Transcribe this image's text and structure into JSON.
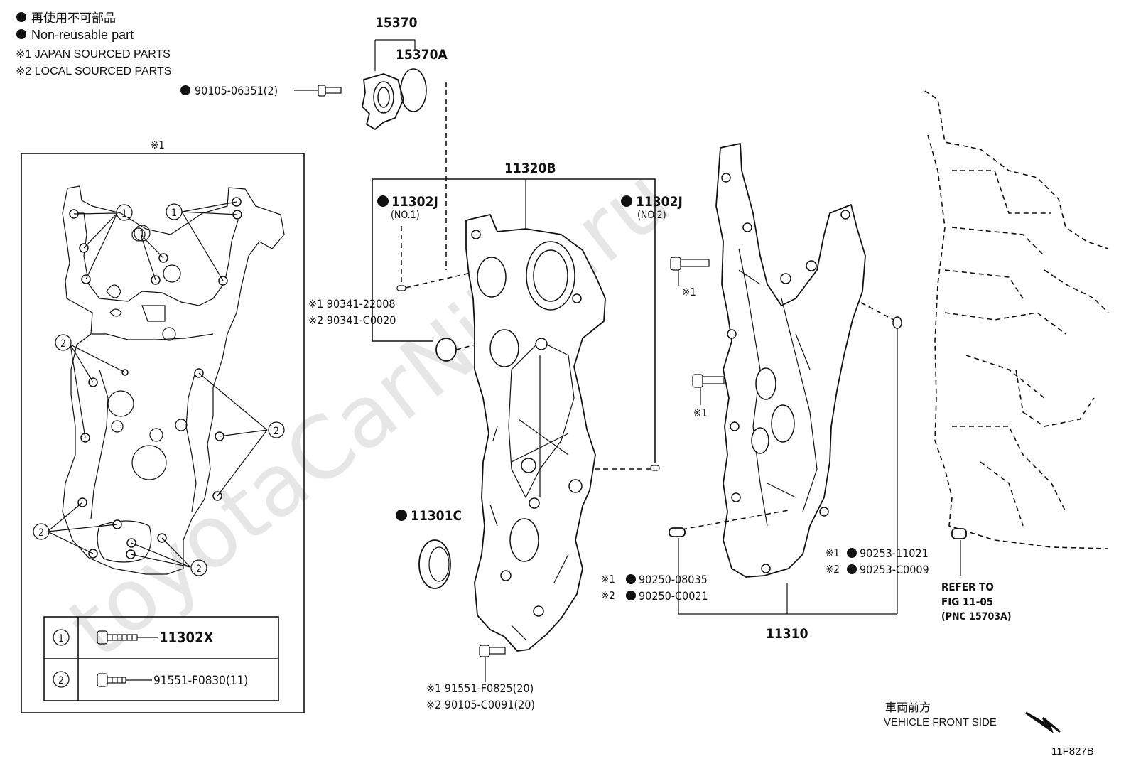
{
  "legend": {
    "non_reusable_jp": "再使用不可部品",
    "non_reusable_en": "Non-reusable part",
    "note1": "※1 JAPAN SOURCED PARTS",
    "note2": "※2 LOCAL SOURCED PARTS"
  },
  "watermark": "toyotaCarNihe.ru",
  "inset": {
    "title": "※1",
    "callout1": "1",
    "callout2": "2",
    "table": [
      {
        "ref": "1",
        "part": "11302X"
      },
      {
        "ref": "2",
        "part": "91551-F0830(11)"
      }
    ]
  },
  "labels": {
    "p15370": "15370",
    "p15370a": "15370A",
    "p90105_06351": "90105-06351(2)",
    "p11320b": "11320B",
    "p11302j_1": "11302J",
    "p11302j_1_sub": "(NO.1)",
    "p11302j_2": "11302J",
    "p11302j_2_sub": "(NO.2)",
    "p90341_1": "※1 90341-22008",
    "p90341_2": "※2 90341-C0020",
    "p11301c": "11301C",
    "p91551_1": "※1 91551-F0825(20)",
    "p90105_2": "※2 90105-C0091(20)",
    "p90250_1": "※1",
    "p90250_1b": "90250-08035",
    "p90250_2": "※2",
    "p90250_2b": "90250-C0021",
    "p11310": "11310",
    "p90253_1": "※1",
    "p90253_1b": "90253-11021",
    "p90253_2": "※2",
    "p90253_2b": "90253-C0009",
    "bolt_note_a": "※1",
    "bolt_note_b": "※1",
    "refer1": "REFER TO",
    "refer2": "FIG 11-05",
    "refer3": "(PNC 15703A)",
    "front_jp": "車両前方",
    "front_en": "VEHICLE FRONT SIDE",
    "fig_code": "11F827B"
  }
}
